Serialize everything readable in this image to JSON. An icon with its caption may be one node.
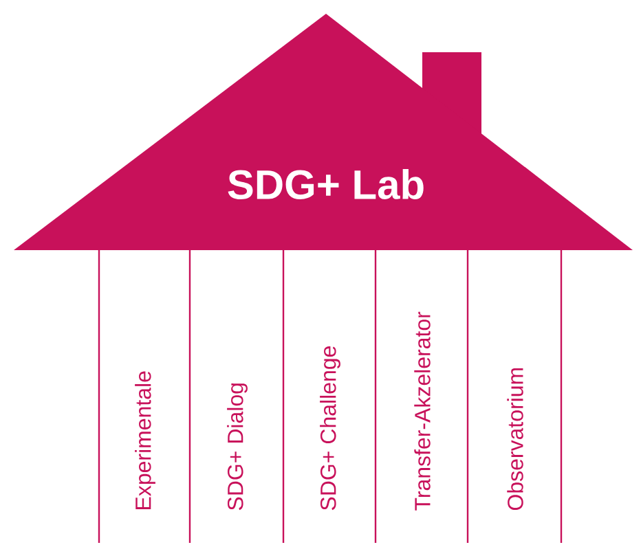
{
  "diagram": {
    "nodes": [
      {
        "text": [
          "SDG+ Lab"
        ]
      },
      {
        "text": [
          "Experimentale"
        ]
      },
      {
        "text": [
          "SDG+ Dialog"
        ]
      },
      {
        "text": [
          "SDG+ Challenge"
        ]
      },
      {
        "text": [
          "Transfer-Akzelerator"
        ]
      },
      {
        "text": [
          "Observatorium"
        ]
      }
    ]
  }
}
